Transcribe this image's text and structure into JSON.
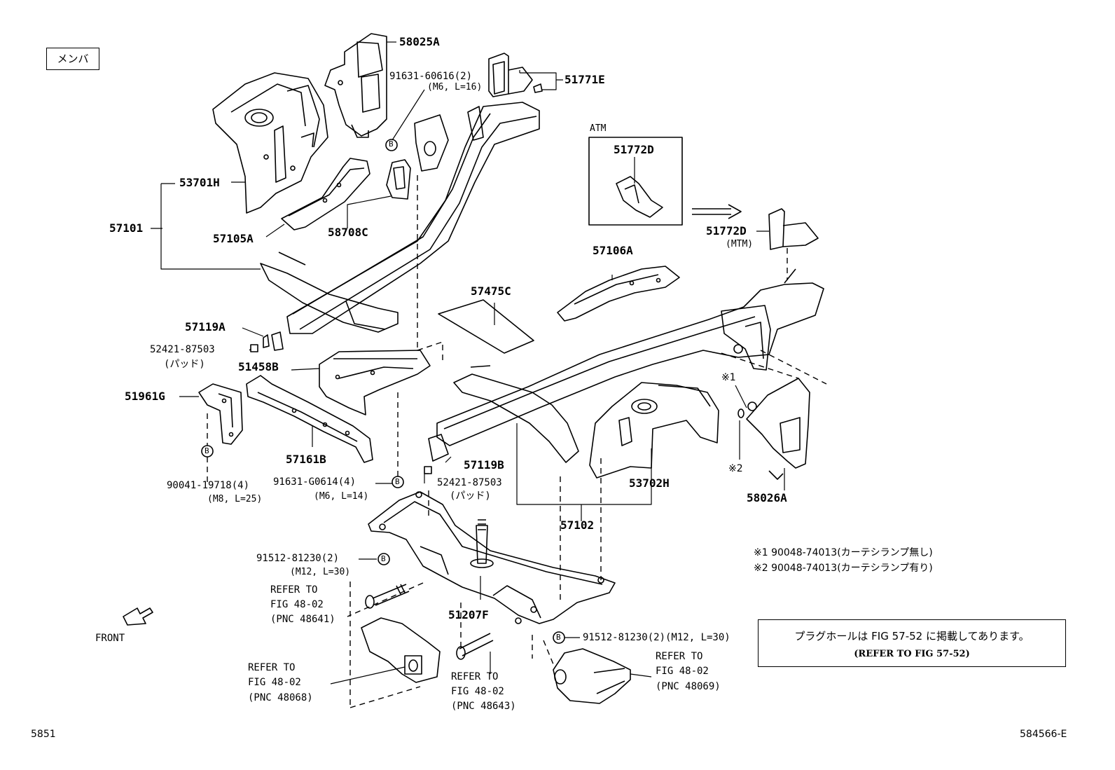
{
  "section_label": "メンバ",
  "labels": {
    "p58025A": "58025A",
    "p91631_60616": "91631-60616(2)",
    "p91631_60616_spec": "(M6, L=16)",
    "p51771E": "51771E",
    "atm": "ATM",
    "p51772D_atm": "51772D",
    "p51772D_mtm": "51772D",
    "mtm": "(MTM)",
    "p53701H": "53701H",
    "p57101": "57101",
    "p57105A": "57105A",
    "p58708C": "58708C",
    "p57106A": "57106A",
    "p57475C": "57475C",
    "p57119A": "57119A",
    "p52421_87503_a": "52421-87503",
    "pad_a": "(パッド)",
    "p51458B": "51458B",
    "p51961G": "51961G",
    "p57161B": "57161B",
    "p90041_19718": "90041-19718(4)",
    "p90041_spec": "(M8, L=25)",
    "p91631_G0614": "91631-G0614(4)",
    "p91631_G0614_spec": "(M6, L=14)",
    "p57119B": "57119B",
    "p52421_87503_b": "52421-87503",
    "pad_b": "(パッド)",
    "p53702H": "53702H",
    "p57102": "57102",
    "p58026A": "58026A",
    "note1_mark": "※1",
    "note2_mark": "※2",
    "p91512_81230_a": "91512-81230(2)",
    "p91512_a_spec": "(M12, L=30)",
    "refer_48641_l1": "REFER TO",
    "refer_48641_l2": "FIG 48-02",
    "refer_48641_l3": "(PNC 48641)",
    "p51207F": "51207F",
    "p91512_81230_b": "91512-81230(2)(M12, L=30)",
    "front": "FRONT",
    "refer_48068_l1": "REFER TO",
    "refer_48068_l2": "FIG 48-02",
    "refer_48068_l3": "(PNC 48068)",
    "refer_48643_l1": "REFER TO",
    "refer_48643_l2": "FIG 48-02",
    "refer_48643_l3": "(PNC 48643)",
    "refer_48069_l1": "REFER TO",
    "refer_48069_l2": "FIG 48-02",
    "refer_48069_l3": "(PNC 48069)",
    "circle_b": "B"
  },
  "notes": {
    "n1": "※1  90048-74013(カーテシランプ無し)",
    "n2": "※2  90048-74013(カーテシランプ有り)"
  },
  "notice": {
    "line1": "プラグホールは FIG 57-52 に掲載してあります。",
    "line2": "(REFER TO FIG 57-52)"
  },
  "footer": {
    "left": "5851",
    "right": "584566-E"
  }
}
